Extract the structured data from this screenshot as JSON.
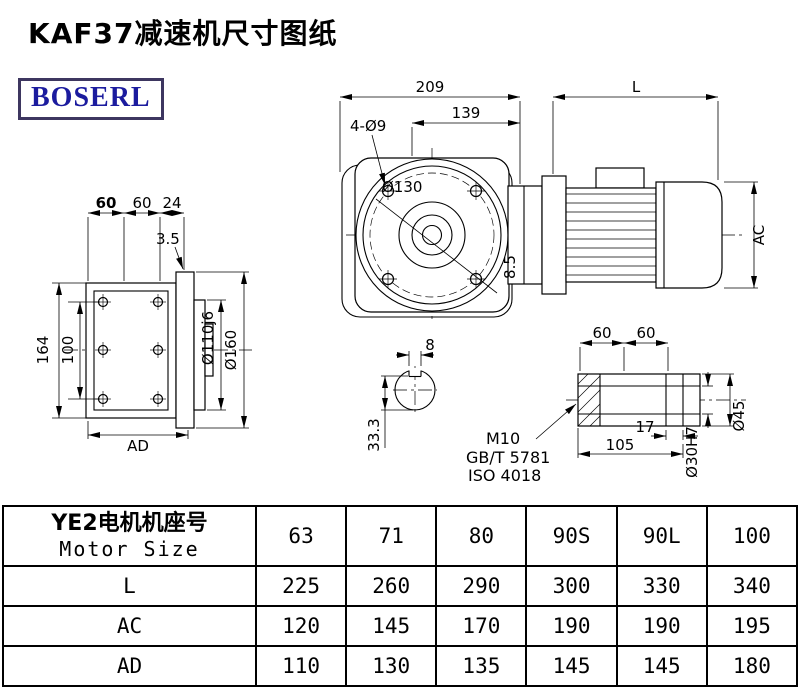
{
  "page": {
    "title": "KAF37减速机尺寸图纸",
    "logo": "BOSERL"
  },
  "drawing": {
    "front_view": {
      "dim_total_width": "209",
      "dim_flange_face": "139",
      "bolt_holes_note": "4-Ø9",
      "flange_diameter": "Ø130",
      "dim_offset": "8.5"
    },
    "motor_view": {
      "dim_length": "L",
      "dim_diameter": "AC"
    },
    "left_view": {
      "dim_top_a": "60",
      "dim_top_b": "60",
      "dim_top_c": "24",
      "dim_plate_thickness": "3.5",
      "dim_height": "164",
      "dim_hole_spacing": "100",
      "dim_depth": "AD",
      "dim_spigot": "Ø110j6",
      "dim_flange_od": "Ø160"
    },
    "shaft_section": {
      "dim_key_width": "8",
      "dim_key_depth": "33.3"
    },
    "shaft_view": {
      "dim_len_a": "60",
      "dim_len_b": "60",
      "dim_thread_depth": "17",
      "dim_total_length": "105",
      "thread_spec": "M10",
      "standard_gb": "GB/T 5781",
      "standard_iso": "ISO 4018",
      "dim_bore": "Ø30H7",
      "dim_od": "Ø45"
    }
  },
  "table": {
    "row_header": {
      "line1": "YE2电机机座号",
      "line2": "Motor Size"
    },
    "columns": [
      "63",
      "71",
      "80",
      "90S",
      "90L",
      "100"
    ],
    "rows": [
      {
        "label": "L",
        "values": [
          "225",
          "260",
          "290",
          "300",
          "330",
          "340"
        ]
      },
      {
        "label": "AC",
        "values": [
          "120",
          "145",
          "170",
          "190",
          "190",
          "195"
        ]
      },
      {
        "label": "AD",
        "values": [
          "110",
          "130",
          "135",
          "145",
          "145",
          "180"
        ]
      }
    ]
  }
}
